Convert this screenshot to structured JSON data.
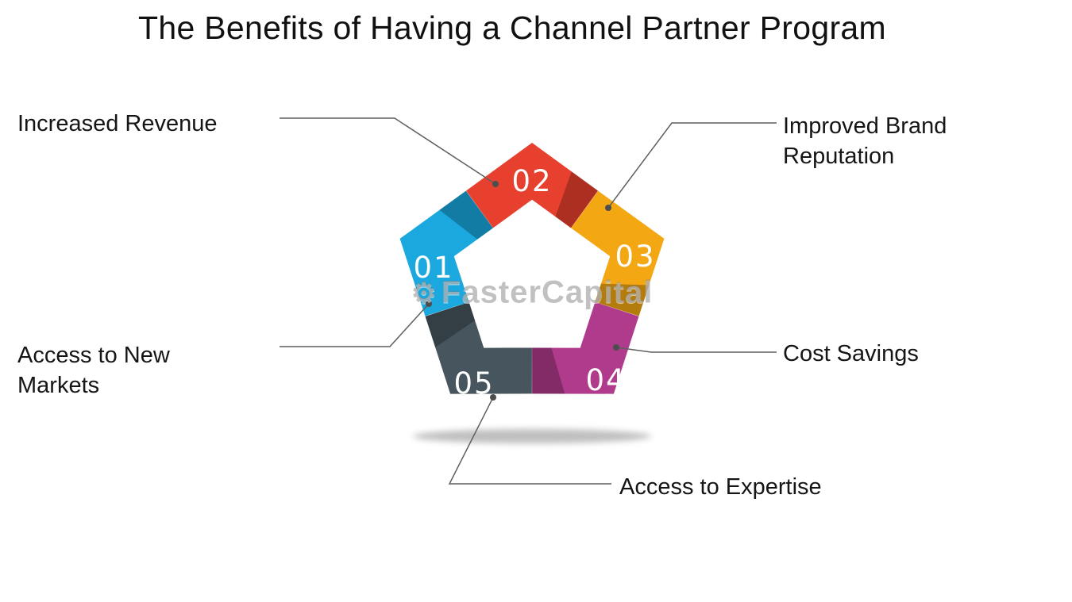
{
  "title": "The Benefits of Having a Channel Partner Program",
  "watermark": {
    "brand": "FasterCapital",
    "icon": "⚙"
  },
  "segments": [
    {
      "number": "01",
      "benefit": "Access to New Markets",
      "color": "#1aa8de"
    },
    {
      "number": "02",
      "benefit": "Increased Revenue",
      "color": "#e8402f"
    },
    {
      "number": "03",
      "benefit": "Improved Brand Reputation",
      "color": "#f3a712"
    },
    {
      "number": "04",
      "benefit": "Cost Savings",
      "color": "#b03a8c"
    },
    {
      "number": "05",
      "benefit": "Access to Expertise",
      "color": "#46555e"
    }
  ],
  "callouts": {
    "increased_revenue": "Increased Revenue",
    "improved_brand_reputation": "Improved Brand Reputation",
    "access_to_new_markets": "Access to New Markets",
    "cost_savings": "Cost Savings",
    "access_to_expertise": "Access to Expertise"
  },
  "line_color": "#5f5f5f",
  "dot_color": "#4d4d4d"
}
